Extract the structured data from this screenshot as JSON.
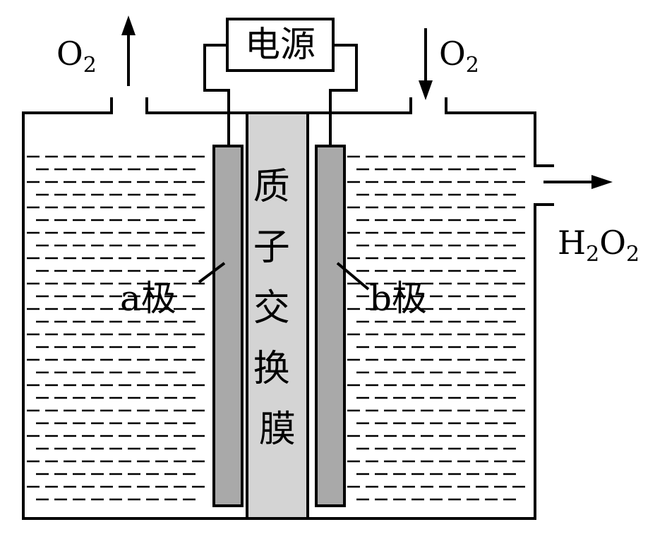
{
  "power_source": {
    "label": "电源"
  },
  "oxygen_outlet": {
    "formula": "O",
    "subscript": "2"
  },
  "oxygen_inlet": {
    "formula": "O",
    "subscript": "2"
  },
  "membrane": {
    "label": "质子交换膜",
    "chars": [
      "质",
      "子",
      "交",
      "换",
      "膜"
    ]
  },
  "electrode_a": {
    "label": "a极"
  },
  "electrode_b": {
    "label": "b极"
  },
  "product": {
    "parts": [
      "H",
      "2",
      "O",
      "2"
    ]
  },
  "colors": {
    "line": "#000000",
    "electrode": "#a9a9a9",
    "membrane": "#d4d4d4",
    "background": "#ffffff"
  }
}
